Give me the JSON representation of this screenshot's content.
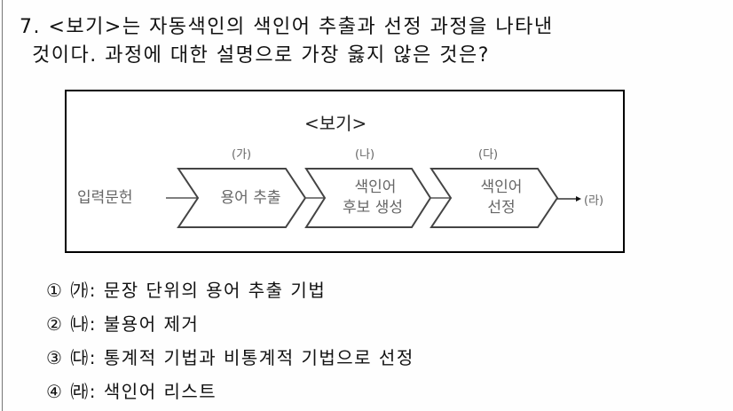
{
  "question": {
    "number": "7.",
    "line1": "7. <보기>는 자동색인의 색인어 추출과 선정 과정을 나타낸",
    "line2": "것이다. 과정에 대한 설명으로 가장 옳지 않은 것은?"
  },
  "box": {
    "title": "<보기>",
    "input_label": "입력문헌",
    "steps": [
      {
        "tag": "(가)",
        "line1": "용어 추출",
        "line2": ""
      },
      {
        "tag": "(나)",
        "line1": "색인어",
        "line2": "후보 생성"
      },
      {
        "tag": "(다)",
        "line1": "색인어",
        "line2": "선정"
      }
    ],
    "output_label": "(라)"
  },
  "options": [
    {
      "num": "①",
      "text": "㈎: 문장 단위의 용어 추출 기법"
    },
    {
      "num": "②",
      "text": "㈏: 불용어 제거"
    },
    {
      "num": "③",
      "text": "㈐: 통계적 기법과 비통계적 기법으로 선정"
    },
    {
      "num": "④",
      "text": "㈑: 색인어 리스트"
    }
  ]
}
